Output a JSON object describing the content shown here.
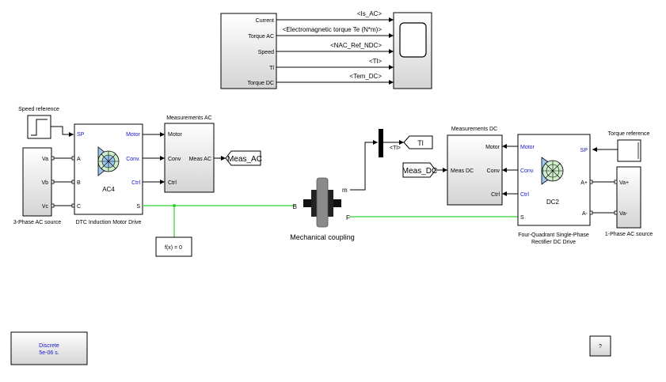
{
  "mux_top": {
    "ports": [
      "Current",
      "Torque AC",
      "Speed",
      "Tl",
      "Torque DC"
    ]
  },
  "signals_top": [
    "<Is_AC>",
    "<Electromagnetic torque Te (N*m)>",
    "<NAC_Ref_NDC>",
    "<Tl>",
    "<Tem_DC>"
  ],
  "speed_reference": {
    "label": "Speed reference"
  },
  "ac_source": {
    "label": "3-Phase AC source",
    "ports": [
      "Va",
      "Vb",
      "Vc"
    ]
  },
  "ac_drive": {
    "label": "DTC Induction Motor Drive",
    "name": "AC4",
    "in_ports": [
      "SP",
      "A",
      "B",
      "C"
    ],
    "out_ports": [
      "Motor",
      "Conv.",
      "Ctrl",
      "S"
    ]
  },
  "meas_ac": {
    "title": "Measurements AC",
    "in_ports": [
      "Motor",
      "Conv",
      "Ctrl"
    ],
    "out_port": "Meas AC"
  },
  "goto_meas_ac": "Meas_AC",
  "fx_block": "f(x) = 0",
  "mech": {
    "label": "Mechanical coupling",
    "port_b": "B",
    "port_f": "F",
    "port_m": "m"
  },
  "tl_selector": "<Tl>",
  "goto_tl": "Tl",
  "meas_dc": {
    "title": "Measurements DC",
    "out_ports": [
      "Motor",
      "Conv",
      "Ctrl"
    ],
    "in_port": "Meas DC"
  },
  "from_meas_dc": "Meas_DC",
  "dc_drive": {
    "label_line1": "Four-Quadrant Single-Phase",
    "label_line2": "Rectifier DC Drive",
    "name": "DC2",
    "left_ports": [
      "Motor",
      "Conv.",
      "Ctrl",
      "S"
    ],
    "right_ports": [
      "SP",
      "A+",
      "A-"
    ]
  },
  "torque_reference": {
    "label": "Torque reference"
  },
  "dc_source": {
    "label": "1-Phase AC source",
    "ports": [
      "Va+",
      "Va-"
    ]
  },
  "powergui": {
    "line1": "Discrete",
    "line2": "5e-06 s."
  },
  "help_block": "?",
  "colors": {
    "block_light": "#ffffff",
    "block_dark": "#d4d4d4",
    "wire": "#000000",
    "phys_wire": "#32d232",
    "port_text": "#1515c8"
  }
}
